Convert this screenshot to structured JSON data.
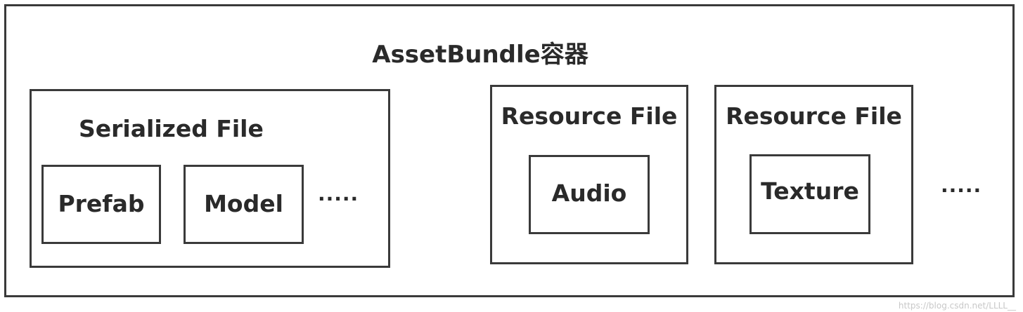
{
  "container": {
    "title": "AssetBundle容器"
  },
  "serialized_file": {
    "title": "Serialized File",
    "items": [
      "Prefab",
      "Model"
    ],
    "more": "....."
  },
  "resource_files": [
    {
      "title": "Resource File",
      "item": "Audio"
    },
    {
      "title": "Resource File",
      "item": "Texture"
    }
  ],
  "more_files": ".....",
  "watermark": "https://blog.csdn.net/LLLL__"
}
